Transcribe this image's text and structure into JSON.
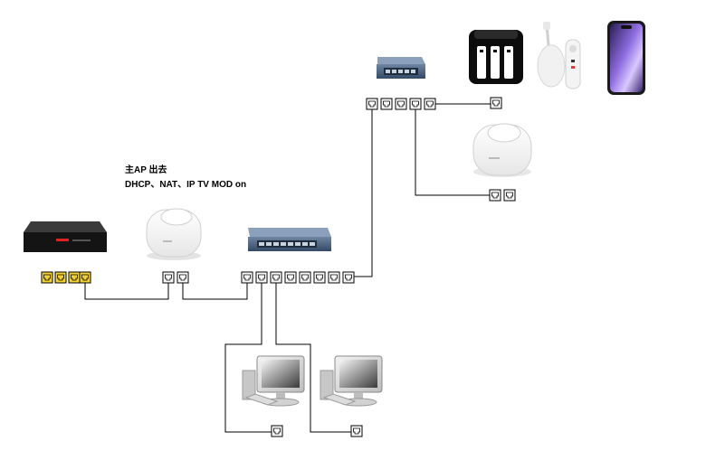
{
  "labels": {
    "main_ap_line1": "主AP 出去",
    "main_ap_line2": "DHCP、NAT、IP TV MOD  on"
  },
  "devices": [
    {
      "id": "isp-router",
      "icon": "router-icon"
    },
    {
      "id": "main-ap",
      "icon": "mesh-ap-icon"
    },
    {
      "id": "switch-main",
      "icon": "8-port-switch-icon"
    },
    {
      "id": "switch-top",
      "icon": "5-port-switch-icon"
    },
    {
      "id": "nas",
      "icon": "nas-icon"
    },
    {
      "id": "chromecast",
      "icon": "chromecast-icon"
    },
    {
      "id": "phone",
      "icon": "smartphone-icon"
    },
    {
      "id": "mesh-ap-2",
      "icon": "mesh-ap-icon"
    },
    {
      "id": "pc-1",
      "icon": "desktop-computer-icon"
    },
    {
      "id": "pc-2",
      "icon": "desktop-computer-icon"
    }
  ],
  "colors": {
    "line": "#000000",
    "port_yellow": "#f2d22e",
    "port_white": "#ffffff",
    "switch_blue": "#3f5774",
    "router_black": "#1b1b1b"
  }
}
